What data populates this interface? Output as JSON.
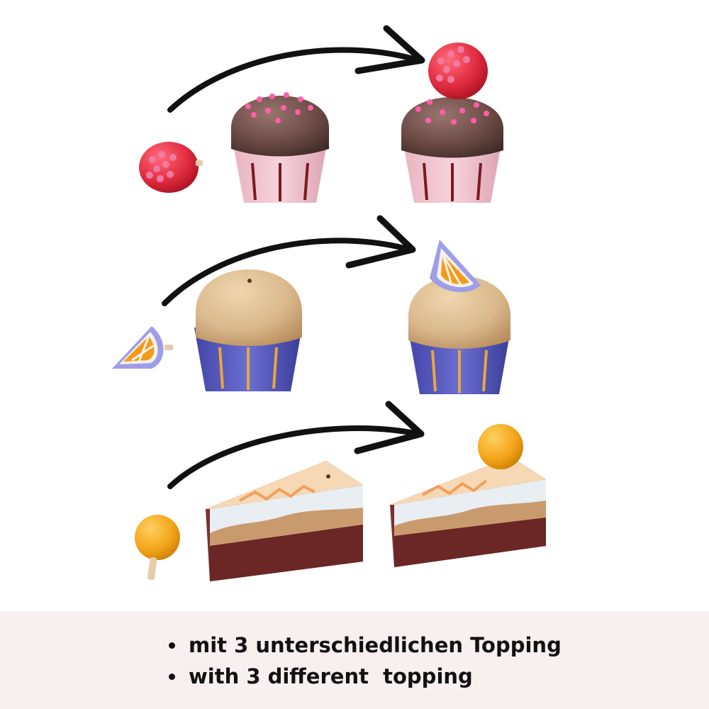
{
  "image": {
    "subject": "Wooden toy cupcakes and cake slice with toppings",
    "rows": [
      {
        "item": "chocolate-cupcake",
        "topping": "raspberry"
      },
      {
        "item": "wood-cupcake",
        "topping": "orange-slice"
      },
      {
        "item": "cake-slice",
        "topping": "orange-ball"
      }
    ]
  },
  "caption": {
    "bullets": [
      "mit 3 unterschiedlichen Topping",
      "with 3 different  topping"
    ]
  },
  "colors": {
    "caption_background": "#f8f0ee",
    "arrow": "#111111",
    "chocolate": "#6b4a45",
    "pink_wrapper": "#f2c4cf",
    "blue_wrapper": "#5b5fc0",
    "wood": "#d9b88c",
    "raspberry": "#e02a3e",
    "orange": "#f3a51a"
  },
  "icons": [
    "arrow-icon",
    "bullet-icon"
  ]
}
